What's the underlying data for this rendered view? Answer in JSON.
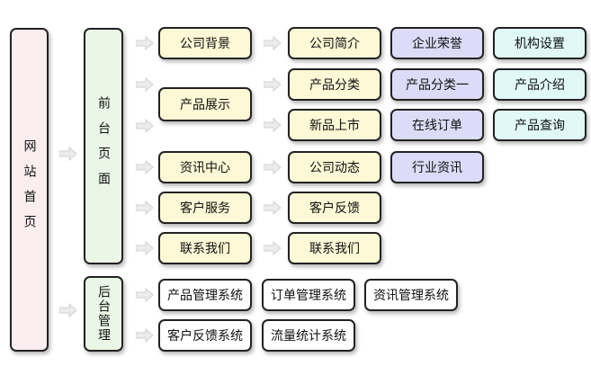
{
  "root": {
    "label": "网站首页"
  },
  "front": {
    "label": "前台页面"
  },
  "back": {
    "label": "后台管理"
  },
  "level2": [
    {
      "id": "company-background",
      "label": "公司背景"
    },
    {
      "id": "product-display",
      "label": "产品展示"
    },
    {
      "id": "news-center",
      "label": "资讯中心"
    },
    {
      "id": "customer-service",
      "label": "客户服务"
    },
    {
      "id": "contact-us",
      "label": "联系我们"
    }
  ],
  "level3": [
    {
      "id": "company-intro",
      "label": "公司简介"
    },
    {
      "id": "company-honors",
      "label": "企业荣誉"
    },
    {
      "id": "org-setup",
      "label": "机构设置"
    },
    {
      "id": "product-category",
      "label": "产品分类"
    },
    {
      "id": "product-category-one",
      "label": "产品分类一"
    },
    {
      "id": "product-intro",
      "label": "产品介绍"
    },
    {
      "id": "new-products",
      "label": "新品上市"
    },
    {
      "id": "online-order",
      "label": "在线订单"
    },
    {
      "id": "product-query",
      "label": "产品查询"
    },
    {
      "id": "company-news",
      "label": "公司动态"
    },
    {
      "id": "industry-news",
      "label": "行业资讯"
    },
    {
      "id": "customer-feedback",
      "label": "客户反馈"
    },
    {
      "id": "contact-us-sub",
      "label": "联系我们"
    }
  ],
  "admin": [
    {
      "id": "product-mgmt",
      "label": "产品管理系统"
    },
    {
      "id": "order-mgmt",
      "label": "订单管理系统"
    },
    {
      "id": "news-mgmt",
      "label": "资讯管理系统"
    },
    {
      "id": "feedback-mgmt",
      "label": "客户反馈系统"
    },
    {
      "id": "traffic-stats",
      "label": "流量统计系统"
    }
  ]
}
